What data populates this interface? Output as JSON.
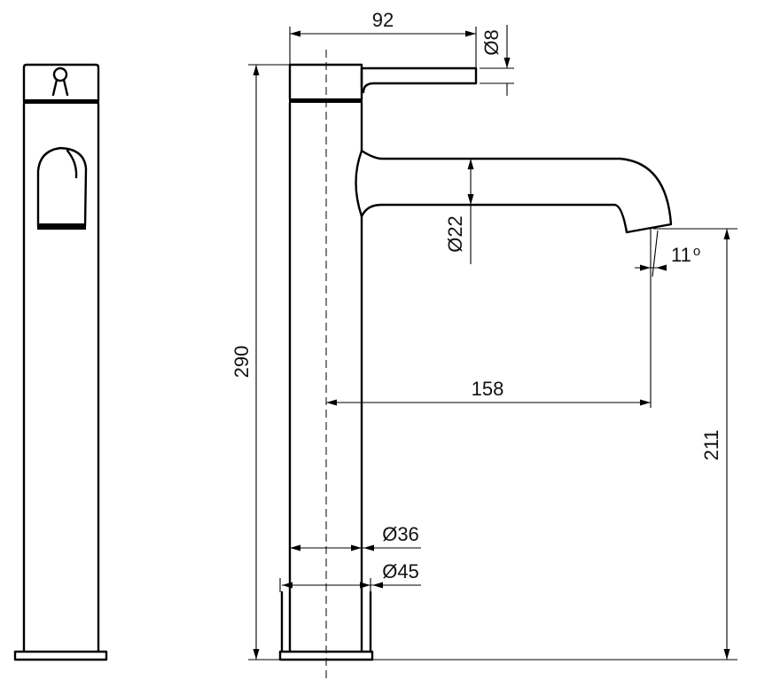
{
  "dimensions": {
    "lever_length": "92",
    "lever_diameter": "Ø8",
    "total_height": "290",
    "spout_diameter": "Ø22",
    "outlet_angle": "11",
    "outlet_angle_unit": "o",
    "spout_reach": "158",
    "outlet_height": "211",
    "body_diameter": "Ø36",
    "base_diameter": "Ø45"
  }
}
